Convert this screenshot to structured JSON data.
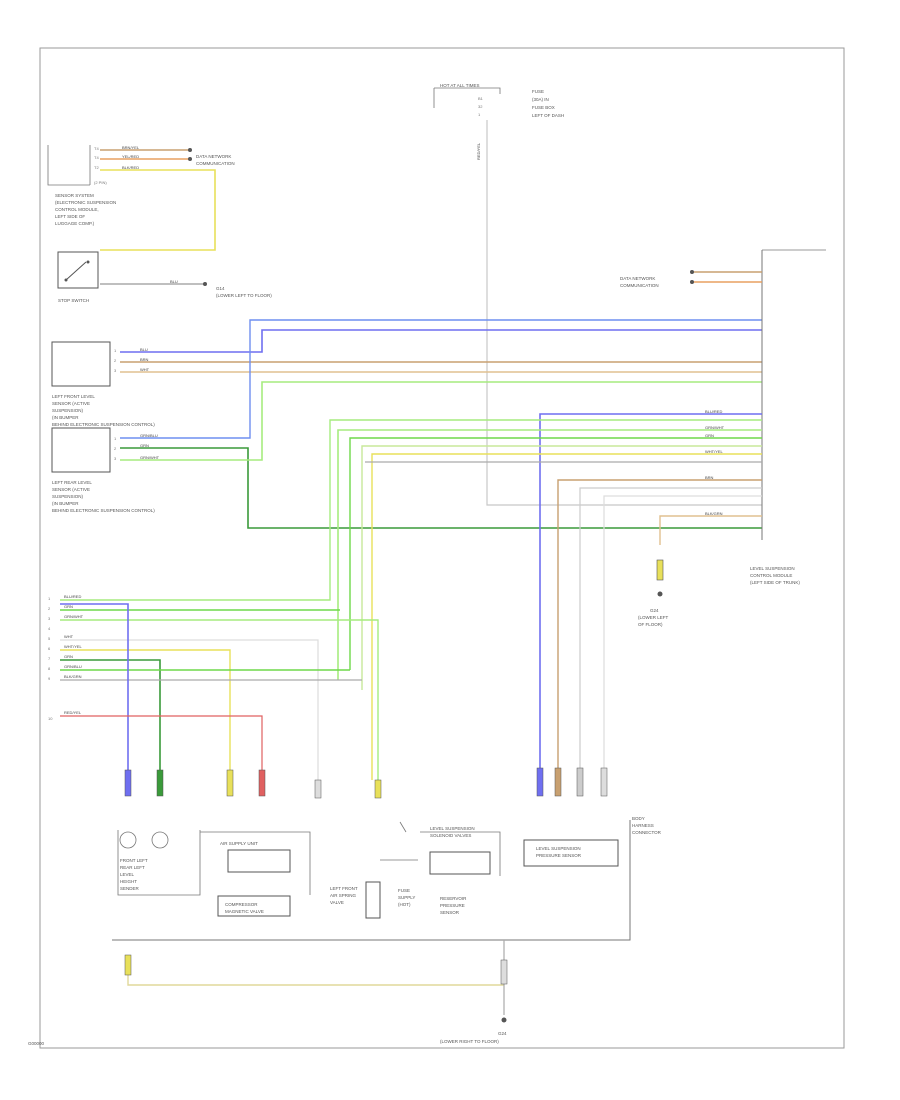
{
  "footer": {
    "code": "G00000"
  },
  "components": {
    "hot_fuse": {
      "lines": [
        "HOT AT ALL TIMES",
        "FUSE",
        "(30A) IN",
        "FUSE BOX",
        "LEFT OF DASH"
      ]
    },
    "sensor_system": {
      "lines": [
        "SENSOR SYSTEM",
        "(ELECTRONIC SUSPENSION",
        "CONTROL MODULE,",
        "LEFT SIDE OF",
        "LUGGAGE COMP.)"
      ],
      "connector": "(2 PIN)"
    },
    "stop_switch": {
      "label": "STOP SWITCH",
      "ground": [
        "G14",
        "(LOWER LEFT TO FLOOR)"
      ]
    },
    "left_front_level_sensor": {
      "lines": [
        "LEFT FRONT LEVEL",
        "SENSOR (ACTIVE",
        "SUSPENSION)",
        "(IN BUMPER",
        "BEHIND ELECTRONIC SUSPENSION CONTROL)"
      ]
    },
    "left_rear_level_sensor": {
      "lines": [
        "LEFT REAR LEVEL",
        "SENSOR (ACTIVE",
        "SUSPENSION)",
        "(IN BUMPER",
        "BEHIND ELECTRONIC SUSPENSION CONTROL)"
      ]
    },
    "right_connector": {
      "top": [
        "DATA NETWORK",
        "COMMUNICATION"
      ]
    },
    "control_module": {
      "lines": [
        "LEVEL SUSPENSION",
        "CONTROL MODULE",
        "(LEFT SIDE OF TRUNK)"
      ]
    },
    "ground_mid": {
      "lines": [
        "G24",
        "(LOWER LEFT",
        "OF FLOOR)"
      ]
    },
    "ground_bottom": {
      "lines": [
        "G24",
        "(LOWER RIGHT TO FLOOR)"
      ]
    },
    "air_supply": {
      "title": "AIR SUPPLY UNIT",
      "inner": [
        "COMPRESSOR",
        "MAGNETIC VALVE"
      ]
    },
    "air_spring_valve": {
      "lines": [
        "LEFT FRONT",
        "AIR SPRING",
        "VALVE"
      ]
    },
    "fuse_mid": {
      "lines": [
        "FUSE",
        "SUPPLY",
        "(HOT)"
      ]
    },
    "level_suspension": {
      "title": "LEVEL SUSPENSION",
      "sub": "SOLENOID VALVES",
      "inner": [
        "RESERVOIR",
        "PRESSURE",
        "SENSOR"
      ]
    },
    "level_suspension_right": {
      "title": "LEVEL SUSPENSION",
      "sub": "PRESSURE SENSOR"
    },
    "body_harness": {
      "lines": [
        "BODY",
        "HARNESS",
        "CONNECTOR"
      ]
    },
    "lamps": {
      "lines": [
        "FRONT LEFT",
        "REAR LEFT",
        "LEVEL",
        "HEIGHT",
        "SENDER"
      ]
    }
  },
  "wire_colors": {
    "brown_yellow": "BRN/YEL",
    "yel_red": "YEL/RED",
    "blk_red": "BLK/RED",
    "red_yel": "RED/YEL",
    "blu": "BLU",
    "wht": "WHT",
    "brn": "BRN",
    "grn": "GRN",
    "grn_wht": "GRN/WHT",
    "grn_blu": "GRN/BLU",
    "wht_yel": "WHT/YEL",
    "blu_red": "BLU/RED",
    "blk_grn": "BLK/GRN"
  },
  "colors": {
    "blue": "#6f6ff0",
    "green": "#6fd84a",
    "yellow": "#e8e05a",
    "gray": "#aaaaaa",
    "brown": "#c8a070",
    "red": "#e06060",
    "dark_green": "#3a9a3a",
    "light_green": "#a6ec7f"
  }
}
